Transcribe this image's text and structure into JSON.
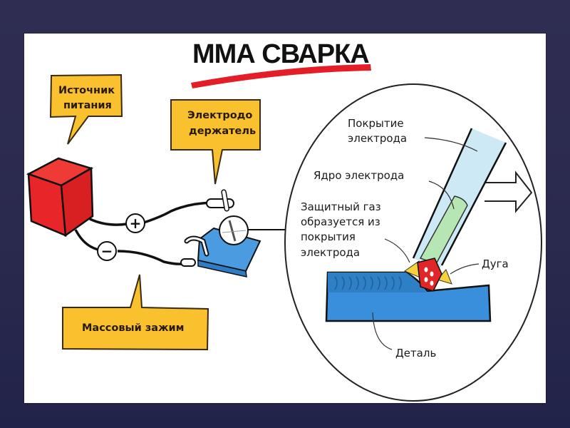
{
  "title": "ММА СВАРКА",
  "colors": {
    "background": "#2c2b4e",
    "panel": "#ffffff",
    "callout_fill": "#f9c12e",
    "power_source": "#e8262a",
    "workpiece": "#3a8fdc",
    "coating": "#cce9f5",
    "core": "#b7e6b5",
    "title_underline": "#e41e26"
  },
  "callouts": {
    "power_source": [
      "Источник",
      "питания"
    ],
    "electrode_holder": [
      "Электродо",
      "держатель"
    ],
    "ground_clamp": "Массовый зажим"
  },
  "polarity": {
    "positive": "+",
    "negative": "−"
  },
  "detail_labels": {
    "coating": [
      "Покрытие",
      "электрода"
    ],
    "core": "Ядро электрода",
    "shielding_gas": [
      "Защитный газ",
      "образуется из",
      "покрытия",
      "электрода"
    ],
    "arc": "Дуга",
    "workpiece": "Деталь"
  }
}
